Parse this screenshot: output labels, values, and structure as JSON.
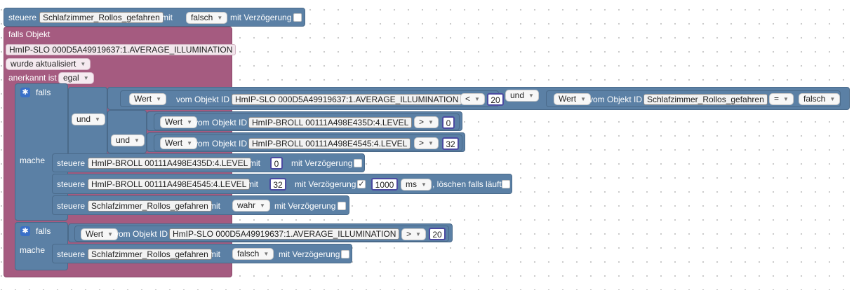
{
  "block1": {
    "steuere": "steuere",
    "target": "Schlafzimmer_Rollos_gefahren",
    "mit": "mit",
    "value": "falsch",
    "delay_label": "mit Verzögerung"
  },
  "trigger": {
    "falls_objekt": "falls Objekt",
    "object_id": "HmIP-SLO 000D5A49919637:1.AVERAGE_ILLUMINATION",
    "event": "wurde aktualisiert",
    "ack_label": "anerkannt ist",
    "ack_value": "egal"
  },
  "if1": {
    "falls": "falls",
    "mache": "mache",
    "und_outer": "und",
    "und_inner": "und",
    "und_top": "und",
    "cond1": {
      "field": "Wert",
      "label": "vom Objekt ID",
      "object": "HmIP-SLO 000D5A49919637:1.AVERAGE_ILLUMINATION",
      "op": "<",
      "value": "20"
    },
    "cond2": {
      "field": "Wert",
      "label": "vom Objekt ID",
      "object": "Schlafzimmer_Rollos_gefahren",
      "op": "=",
      "value": "falsch"
    },
    "cond3": {
      "field": "Wert",
      "label": "vom Objekt ID",
      "object": "HmIP-BROLL 00111A498E435D:4.LEVEL",
      "op": ">",
      "value": "0"
    },
    "cond4": {
      "field": "Wert",
      "label": "vom Objekt ID",
      "object": "HmIP-BROLL 00111A498E4545:4.LEVEL",
      "op": ">",
      "value": "32"
    },
    "action1": {
      "steuere": "steuere",
      "target": "HmIP-BROLL 00111A498E435D:4.LEVEL",
      "mit": "mit",
      "value": "0",
      "delay_label": "mit Verzögerung"
    },
    "action2": {
      "steuere": "steuere",
      "target": "HmIP-BROLL 00111A498E4545:4.LEVEL",
      "mit": "mit",
      "value": "32",
      "delay_label": "mit Verzögerung",
      "delay_value": "1000",
      "unit": "ms",
      "clear_label": ", löschen falls läuft"
    },
    "action3": {
      "steuere": "steuere",
      "target": "Schlafzimmer_Rollos_gefahren",
      "mit": "mit",
      "value": "wahr",
      "delay_label": "mit Verzögerung"
    }
  },
  "if2": {
    "falls": "falls",
    "mache": "mache",
    "cond": {
      "field": "Wert",
      "label": "vom Objekt ID",
      "object": "HmIP-SLO 000D5A49919637:1.AVERAGE_ILLUMINATION",
      "op": ">",
      "value": "20"
    },
    "action": {
      "steuere": "steuere",
      "target": "Schlafzimmer_Rollos_gefahren",
      "mit": "mit",
      "value": "falsch",
      "delay_label": "mit Verzögerung"
    }
  },
  "icons": {
    "gear": "gear-icon",
    "checkmark": "checkmark-icon",
    "dropdown": "dropdown-arrow-icon"
  },
  "colors": {
    "action_block": "#5b80a5",
    "trigger_block": "#a55b80",
    "number_border": "#4b4aa0",
    "workspace": "#ffffff"
  }
}
